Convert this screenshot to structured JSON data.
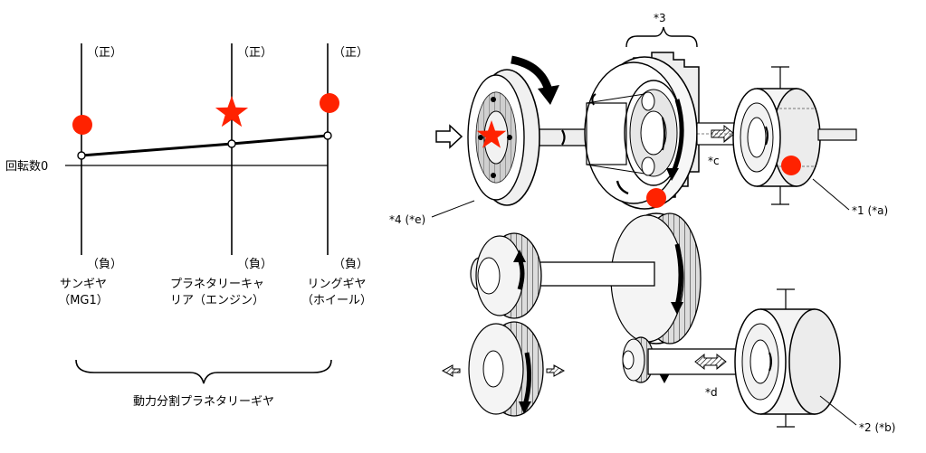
{
  "nomograph": {
    "positive_label": "（正）",
    "negative_label": "（負）",
    "zero_label": "回転数0",
    "axes": [
      {
        "name": "サンギヤ",
        "sub": "（MG1）"
      },
      {
        "name": "プラネタリーキャ",
        "sub": "リア（エンジン）"
      },
      {
        "name": "リングギヤ",
        "sub": "（ホイール）"
      }
    ],
    "group_label": "動力分割プラネタリーギヤ",
    "speed_values": [
      0,
      0.2,
      0.3
    ],
    "marker_colors": {
      "dot": "#ff2200",
      "star": "#ff2200"
    }
  },
  "callouts": {
    "c3": "*3",
    "c1": "*1 (*a)",
    "c2": "*2 (*b)",
    "c4": "*4 (*e)",
    "cc": "*c",
    "cd": "*d"
  }
}
